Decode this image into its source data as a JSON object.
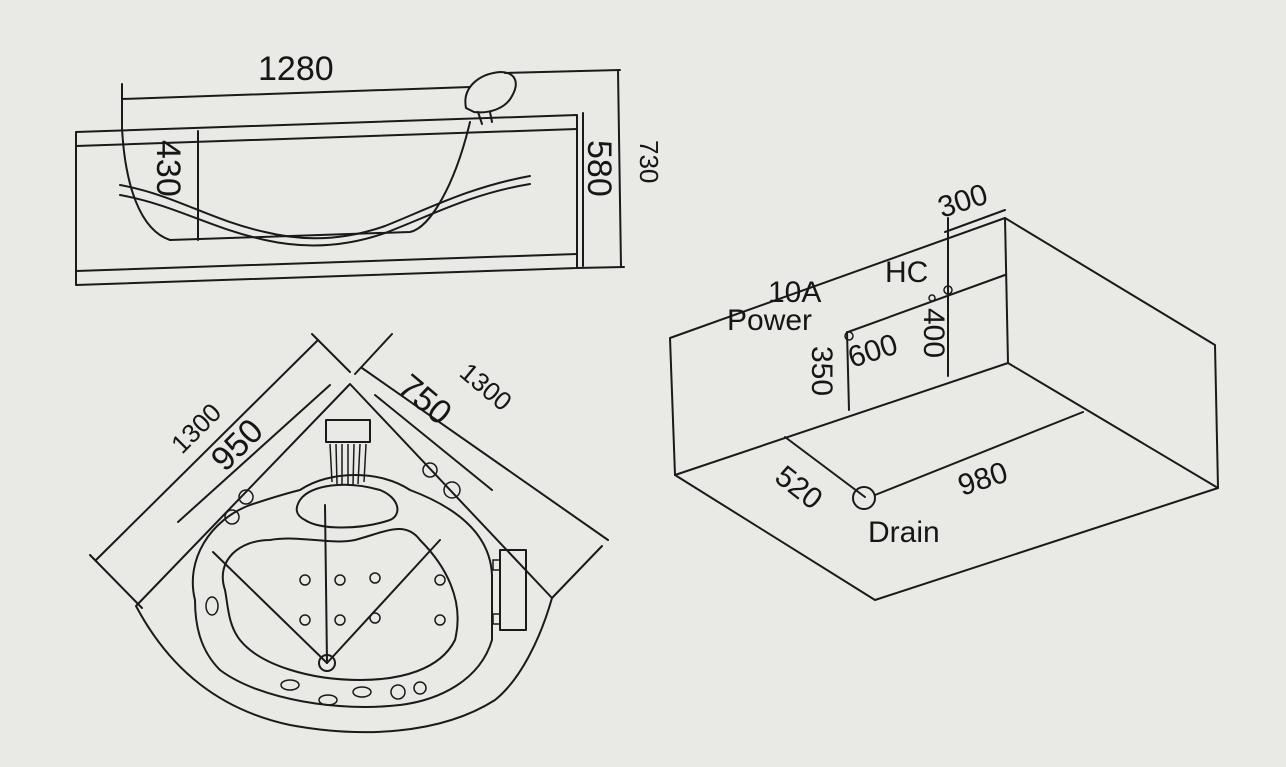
{
  "side_view": {
    "length": "1280",
    "height_total": "730",
    "height_body": "580",
    "height_inner": "430"
  },
  "top_view": {
    "side_a_outer": "1300",
    "side_a_inner": "950",
    "side_b_inner": "750",
    "side_b_outer": "1300"
  },
  "install_view": {
    "width_300": "300",
    "hc_label": "HC",
    "power_amp": "10A",
    "power_label": "Power",
    "dim_600": "600",
    "dim_400": "400",
    "dim_350": "350",
    "dim_520": "520",
    "dim_980": "980",
    "drain_label": "Drain"
  }
}
